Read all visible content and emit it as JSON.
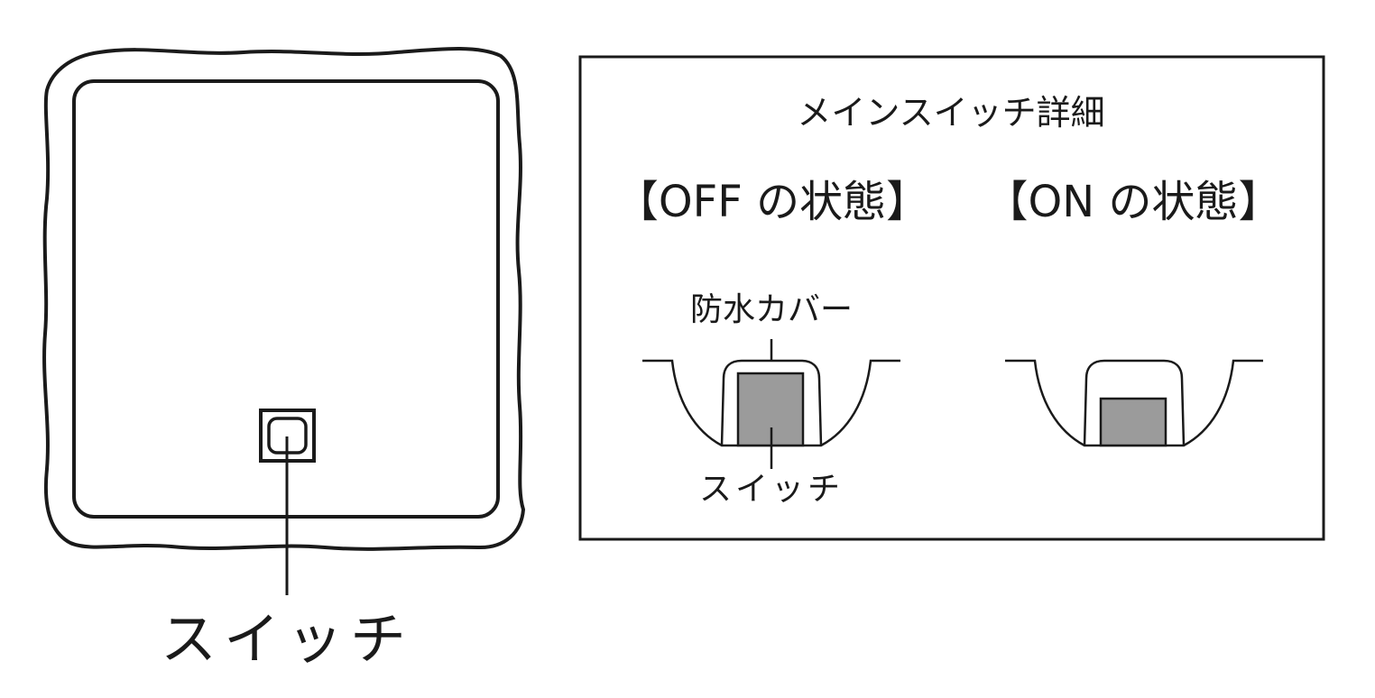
{
  "labels": {
    "switch_main": "スイッチ",
    "detail_title": "メインスイッチ詳細",
    "state_off": "【OFF の状態】",
    "state_on": "【ON の状態】",
    "cover": "防水カバー",
    "switch_detail": "スイッチ"
  },
  "colors": {
    "stroke": "#1a1a1a",
    "switch_fill": "#9b9b9b",
    "background": "#ffffff"
  }
}
